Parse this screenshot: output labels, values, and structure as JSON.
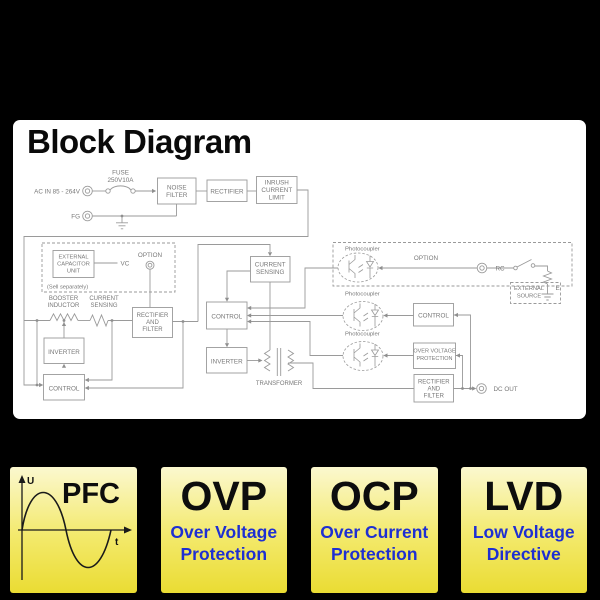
{
  "title": "Block Diagram",
  "colors": {
    "background": "#000000",
    "panel": "#ffffff",
    "diagram_line": "#9a9a9a",
    "diagram_text": "#787878",
    "badge_gradient_top": "#FBF8CF",
    "badge_gradient_bottom": "#EADC33",
    "badge_acronym": "#0d0d0d",
    "badge_subtitle_blue": "#1E2FD2"
  },
  "diagram": {
    "labels": {
      "ac_in": "AC IN 85 - 264V",
      "fuse_line1": "FUSE",
      "fuse_line2": "250V10A",
      "fg": "FG",
      "noise_filter_line1": "NOISE",
      "noise_filter_line2": "FILTER",
      "rectifier": "RECTIFIER",
      "inrush_line1": "INRUSH",
      "inrush_line2": "CURRENT",
      "inrush_line3": "LIMIT",
      "ext_cap_line1": "EXTERNAL",
      "ext_cap_line2": "CAPACITOR",
      "ext_cap_line3": "UNIT",
      "sell_separately": "(Sell separately)",
      "vc": "VC",
      "option": "OPTION",
      "booster_line1": "BOOSTER",
      "booster_line2": "INDUCTOR",
      "current_sensing_line1": "CURRENT",
      "current_sensing_line2": "SENSING",
      "rectifier_filter_line1": "RECTIFIER",
      "rectifier_filter_line2": "AND",
      "rectifier_filter_line3": "FILTER",
      "inverter": "INVERTER",
      "control": "CONTROL",
      "transformer": "TRANSFORMER",
      "photocoupler": "Photocoupler",
      "rc": "RC",
      "external_source_line1": "EXTERNAL",
      "external_source_line2": "SOURCE",
      "e": "E",
      "ovp_line1": "OVER VOLTAGE",
      "ovp_line2": "PROTECTION",
      "dc_out": "DC OUT"
    }
  },
  "badges": [
    {
      "id": "pfc",
      "acronym": "PFC",
      "axis_u": "U",
      "axis_t": "t"
    },
    {
      "id": "ovp",
      "acronym": "OVP",
      "subtitle_line1": "Over Voltage",
      "subtitle_line2": "Protection"
    },
    {
      "id": "ocp",
      "acronym": "OCP",
      "subtitle_line1": "Over Current",
      "subtitle_line2": "Protection"
    },
    {
      "id": "lvd",
      "acronym": "LVD",
      "subtitle_line1": "Low Voltage",
      "subtitle_line2": "Directive"
    }
  ]
}
